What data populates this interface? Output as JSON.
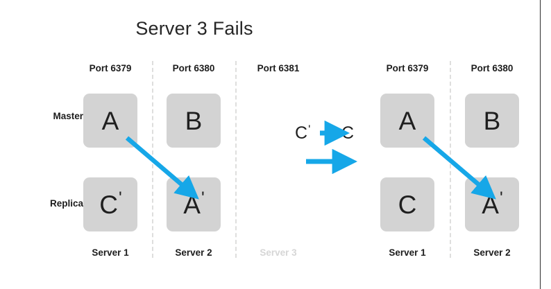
{
  "slide": {
    "title": "Server 3 Fails",
    "background_color": "#ffffff",
    "accent_color": "#16a7e8",
    "node_fill_color": "#d3d3d3",
    "faded_color": "#d6d6d6"
  },
  "rows": {
    "master_label": "Master",
    "replica_label": "Replica"
  },
  "left_panel": {
    "columns": [
      {
        "port": "Port 6379",
        "server": "Server 1",
        "faded": false,
        "master": "A",
        "master_prime": "",
        "replica": "C",
        "replica_prime": "'"
      },
      {
        "port": "Port 6380",
        "server": "Server 2",
        "faded": false,
        "master": "B",
        "master_prime": "",
        "replica": "A",
        "replica_prime": "'"
      },
      {
        "port": "Port 6381",
        "server": "Server 3",
        "faded": true,
        "master": "",
        "master_prime": "",
        "replica": "",
        "replica_prime": ""
      }
    ]
  },
  "legend": {
    "from_label": "C",
    "from_prime": "'",
    "to_label": "C",
    "arrow_icon": "right-arrow-icon",
    "second_arrow_icon": "right-arrow-icon"
  },
  "right_panel": {
    "columns": [
      {
        "port": "Port 6379",
        "server": "Server 1",
        "faded": false,
        "master": "A",
        "master_prime": "",
        "replica": "C",
        "replica_prime": ""
      },
      {
        "port": "Port 6380",
        "server": "Server 2",
        "faded": false,
        "master": "B",
        "master_prime": "",
        "replica": "A",
        "replica_prime": "'"
      }
    ]
  },
  "arrows": {
    "left_replication_arrow": "replication-arrow-icon",
    "right_replication_arrow": "replication-arrow-icon"
  }
}
